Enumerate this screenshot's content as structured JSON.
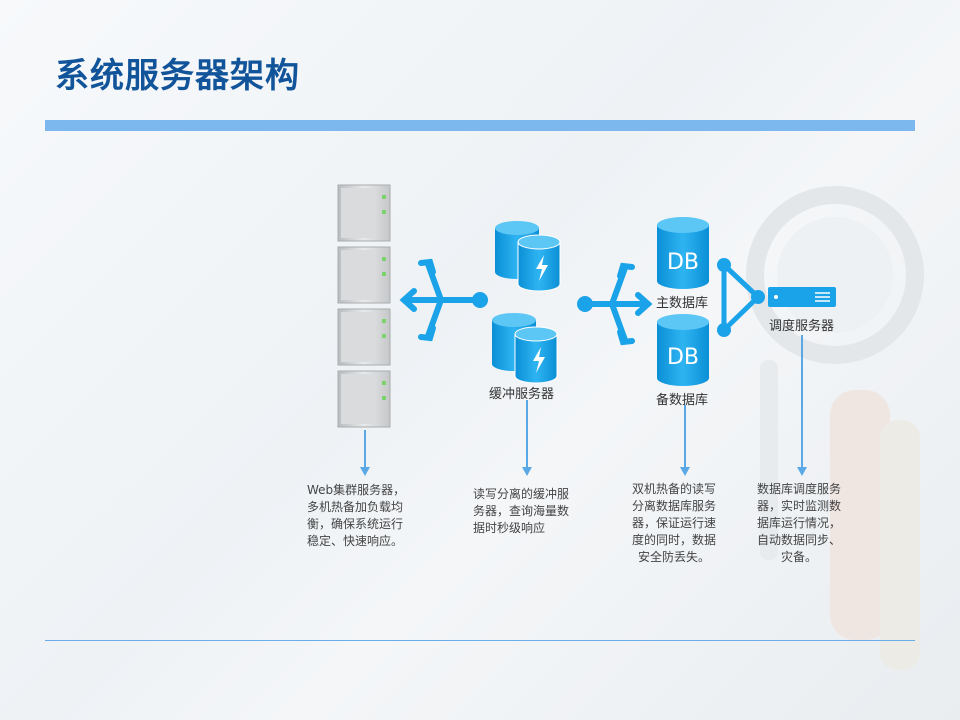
{
  "slide": {
    "title": "系统服务器架构"
  },
  "diagram": {
    "nodes": {
      "cache_label": "缓冲服务器",
      "db_primary_text": "DB",
      "db_primary_label": "主数据库",
      "db_backup_text": "DB",
      "db_backup_label": "备数据库",
      "scheduler_label": "调度服务器"
    },
    "descriptions": {
      "web": "Web集群服务器，\n多机热备加负载均\n衡，确保系统运行\n稳定、快速响应。",
      "cache": "读写分离的缓冲服\n务器，查询海量数\n据时秒级响应",
      "db": "双机热备的读写\n分离数据库服务\n器，保证运行速\n度的同时，数据\n安全防丢失。",
      "scheduler": "数据库调度服务\n器，实时监测数\n据库运行情况，\n自动数据同步、\n灾备。"
    }
  },
  "colors": {
    "accent": "#1aa3e8",
    "title": "#12549a",
    "bar": "#7cb7ee"
  }
}
